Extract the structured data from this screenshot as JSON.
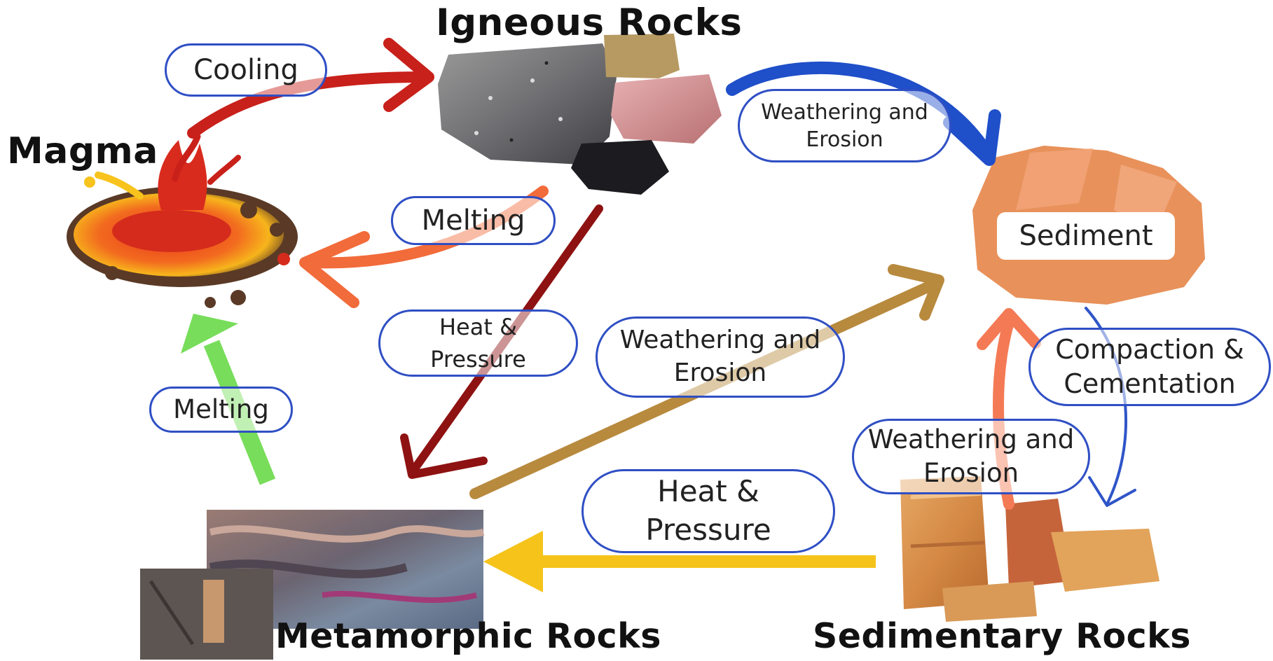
{
  "nodes": {
    "igneous": "Igneous Rocks",
    "magma": "Magma",
    "sediment": "Sediment",
    "metamorphic": "Metamorphic Rocks",
    "sedimentary": "Sedimentary Rocks"
  },
  "labels": {
    "cooling": "Cooling",
    "melting_igneous": "Melting",
    "melting_metamorphic": "Melting",
    "heat_pressure_top": [
      "Heat &",
      "Pressure"
    ],
    "heat_pressure_bottom": [
      "Heat  &",
      "Pressure"
    ],
    "weathering_top": [
      "Weathering and",
      "Erosion"
    ],
    "weathering_middle": [
      "Weathering and",
      "Erosion"
    ],
    "weathering_right": [
      "Weathering and",
      "Erosion"
    ],
    "compaction": [
      "Compaction &",
      "Cementation"
    ]
  },
  "colors": {
    "cooling_arrow": "#c8201a",
    "weathering_igneous_arrow": "#1f4fc9",
    "melting_igneous_arrow": "#f26b3a",
    "heat_pressure_igneous_arrow": "#8e1212",
    "weathering_metamorphic_arrow": "#b88a3e",
    "melting_metamorphic_arrow": "#77dd5a",
    "heat_pressure_sedimentary_arrow": "#f5c31a",
    "weathering_sedimentary_arrow": "#f47a55",
    "compaction_arrow": "#2f55c8",
    "label_border": "#2f4fc4",
    "sediment_fill": "#e8915a"
  },
  "icons": [
    "magma-splash-icon",
    "igneous-rocks-image",
    "sediment-pile-image",
    "metamorphic-rocks-image",
    "sedimentary-rocks-image"
  ]
}
